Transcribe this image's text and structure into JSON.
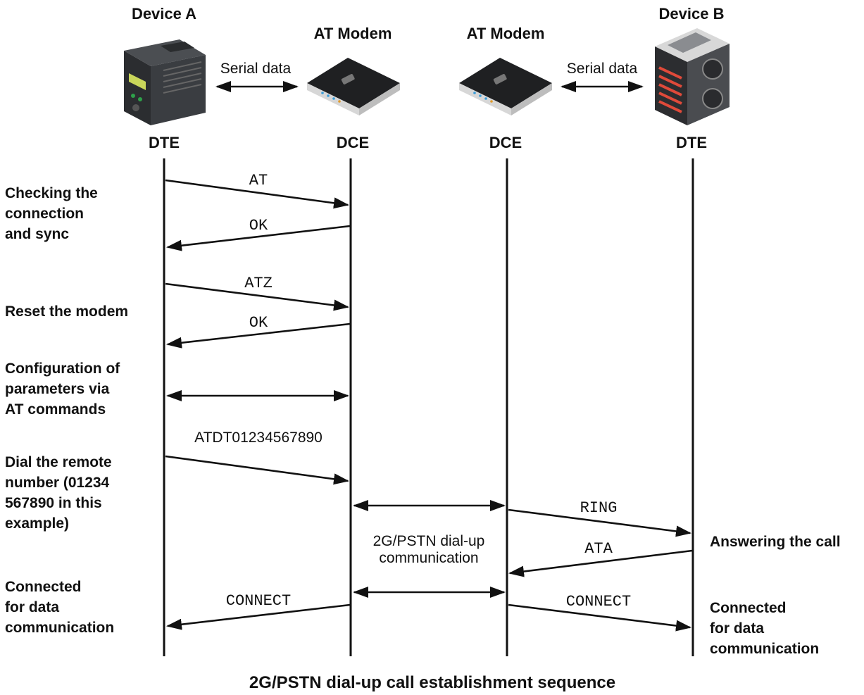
{
  "devices": {
    "device_a": {
      "title": "Device A",
      "role": "DTE"
    },
    "modem_a": {
      "title": "AT Modem",
      "role": "DCE"
    },
    "modem_b": {
      "title": "AT Modem",
      "role": "DCE"
    },
    "device_b": {
      "title": "Device B",
      "role": "DTE"
    }
  },
  "serial_labels": {
    "left": "Serial data",
    "right": "Serial data"
  },
  "messages": {
    "at": "AT",
    "ok1": "OK",
    "atz": "ATZ",
    "ok2": "OK",
    "dial": "ATDT01234567890",
    "ring": "RING",
    "ata": "ATA",
    "connect_left": "CONNECT",
    "connect_right": "CONNECT"
  },
  "steps": {
    "checking": [
      "Checking the",
      "connection",
      "and sync"
    ],
    "reset": [
      "Reset the modem"
    ],
    "config": [
      "Configuration of",
      "parameters via",
      "AT commands"
    ],
    "dial": [
      "Dial the remote",
      "number (01234",
      "567890 in this",
      "example)"
    ],
    "connected_left": [
      "Connected",
      "for data",
      "communication"
    ],
    "answering": [
      "Answering the call"
    ],
    "connected_right": [
      "Connected",
      "for data",
      "communication"
    ]
  },
  "dialup_label": [
    "2G/PSTN dial-up",
    "communication"
  ],
  "caption": "2G/PSTN dial-up call establishment sequence"
}
